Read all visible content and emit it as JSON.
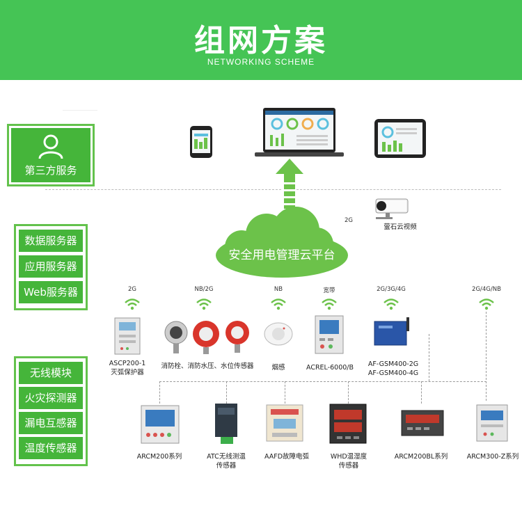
{
  "header": {
    "title": "组网方案",
    "subtitle": "NETWORKING SCHEME"
  },
  "third_party": {
    "label": "第三方服务"
  },
  "servers": [
    "数据服务器",
    "应用服务器",
    "Web服务器"
  ],
  "modules": [
    "无线模块",
    "火灾探测器",
    "漏电互感器",
    "温度传感器"
  ],
  "cloud": {
    "label": "安全用电管理云平台"
  },
  "camera": {
    "signal": "2G",
    "label": "萤石云视频"
  },
  "devices_top": [
    {
      "signal": "2G",
      "label": "ASCP200-1\n灭弧保护器"
    },
    {
      "signal": "NB/2G",
      "label": "消防栓、消防水压、水位传感器"
    },
    {
      "signal": "NB",
      "label": "烟感"
    },
    {
      "signal": "宽带",
      "label": "ACREL-6000/B"
    },
    {
      "signal": "2G/3G/4G",
      "label": "AF-GSM400-2G\nAF-GSM400-4G"
    },
    {
      "signal": "2G/4G/NB",
      "label": ""
    }
  ],
  "devices_bottom": [
    {
      "label": "ARCM200系列"
    },
    {
      "label": "ATC无线测温\n传感器"
    },
    {
      "label": "AAFD故障电弧"
    },
    {
      "label": "WHD温湿度\n传感器"
    },
    {
      "label": "ARCM200BL系列"
    },
    {
      "label": "ARCM300-Z系列"
    }
  ],
  "colors": {
    "banner": "#45c455",
    "accent": "#45b53a",
    "border": "#63c24c",
    "cloud": "#6cc24a"
  }
}
